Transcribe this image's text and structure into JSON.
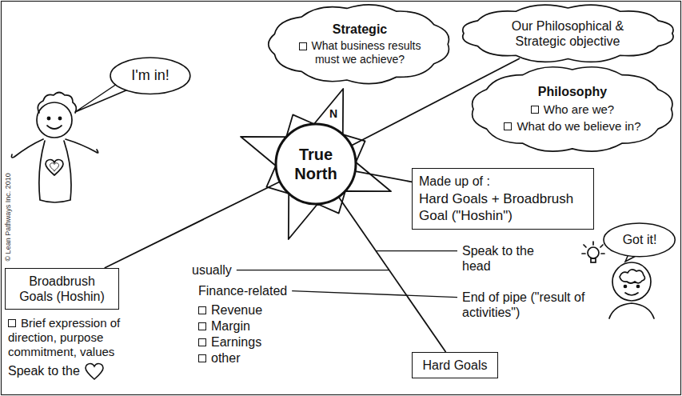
{
  "diagram": {
    "nodes": [
      {
        "text": [
          "Our Philosophical & Strategic objective"
        ]
      },
      {
        "text": [
          "Strategic",
          "What business results must we achieve?"
        ]
      },
      {
        "text": [
          "Philosophy",
          "Who are we?",
          "What do we believe in?"
        ]
      },
      {
        "text": [
          "I'm in!"
        ]
      },
      {
        "text": [
          "True North"
        ]
      },
      {
        "text": [
          "Made up of :",
          "Hard Goals + Broadbrush Goal (\"Hoshin\")"
        ]
      },
      {
        "text": [
          "Got it!"
        ]
      },
      {
        "text": [
          "Broadbrush Goals (Hoshin)"
        ]
      },
      {
        "text": [
          "Hard Goals"
        ]
      }
    ],
    "edges": [
      {
        "from": 4,
        "to": 0,
        "arrow": "none"
      },
      {
        "from": 4,
        "to": 5,
        "arrow": "none"
      },
      {
        "from": 4,
        "to": 7,
        "arrow": "none"
      },
      {
        "from": 4,
        "to": 8,
        "arrow": "none"
      }
    ],
    "labels": [
      "N",
      "usually",
      "Finance-related",
      "Revenue",
      "Margin",
      "Earnings",
      "other",
      "Speak to the head",
      "End of pipe (\"result of activities\")",
      "Brief expression of direction, purpose commitment, values",
      "Speak to the",
      "© Lean Pathways Inc. 2010"
    ]
  }
}
